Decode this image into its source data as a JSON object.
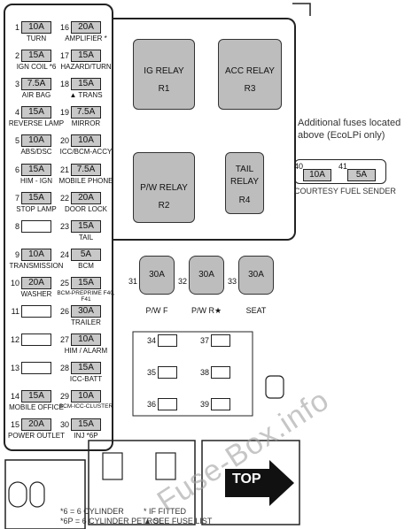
{
  "fuses_left": [
    {
      "num": "1",
      "value": "10A",
      "label": "TURN"
    },
    {
      "num": "2",
      "value": "15A",
      "label": "IGN COIL *6"
    },
    {
      "num": "3",
      "value": "7.5A",
      "label": "AIR BAG"
    },
    {
      "num": "4",
      "value": "15A",
      "label": "REVERSE LAMP"
    },
    {
      "num": "5",
      "value": "10A",
      "label": "ABS/DSC"
    },
    {
      "num": "6",
      "value": "15A",
      "label": "HIM - IGN"
    },
    {
      "num": "7",
      "value": "15A",
      "label": "STOP LAMP"
    },
    {
      "num": "8",
      "value": "",
      "label": ""
    },
    {
      "num": "9",
      "value": "10A",
      "label": "TRANSMISSION"
    },
    {
      "num": "10",
      "value": "20A",
      "label": "WASHER"
    },
    {
      "num": "11",
      "value": "",
      "label": ""
    },
    {
      "num": "12",
      "value": "",
      "label": ""
    },
    {
      "num": "13",
      "value": "",
      "label": ""
    },
    {
      "num": "14",
      "value": "15A",
      "label": "MOBILE OFFICE"
    },
    {
      "num": "15",
      "value": "20A",
      "label": "POWER OUTLET"
    }
  ],
  "fuses_right": [
    {
      "num": "16",
      "value": "20A",
      "label": "AMPLIFIER *"
    },
    {
      "num": "17",
      "value": "15A",
      "label": "HAZARD/TURN"
    },
    {
      "num": "18",
      "value": "15A",
      "label": "▲ TRANS"
    },
    {
      "num": "19",
      "value": "7.5A",
      "label": "MIRROR"
    },
    {
      "num": "20",
      "value": "10A",
      "label": "ICC/BCM-ACCY"
    },
    {
      "num": "21",
      "value": "7.5A",
      "label": "MOBILE PHONE"
    },
    {
      "num": "22",
      "value": "20A",
      "label": "DOOR LOCK"
    },
    {
      "num": "23",
      "value": "15A",
      "label": "TAIL"
    },
    {
      "num": "24",
      "value": "5A",
      "label": "BCM"
    },
    {
      "num": "25",
      "value": "15A",
      "label": "BCM-PREPRIME F40, F41"
    },
    {
      "num": "26",
      "value": "30A",
      "label": "TRAILER"
    },
    {
      "num": "27",
      "value": "10A",
      "label": "HIM / ALARM"
    },
    {
      "num": "28",
      "value": "15A",
      "label": "ICC-BATT"
    },
    {
      "num": "29",
      "value": "10A",
      "label": "BCM-ICC-CLUSTER"
    },
    {
      "num": "30",
      "value": "15A",
      "label": "INJ *6P"
    }
  ],
  "relays": [
    {
      "name": "IG RELAY",
      "id": "R1"
    },
    {
      "name": "ACC RELAY",
      "id": "R3"
    },
    {
      "name": "P/W RELAY",
      "id": "R2"
    },
    {
      "name": "TAIL RELAY",
      "id": "R4"
    }
  ],
  "big_fuses": [
    {
      "num": "31",
      "value": "30A",
      "label": "P/W F"
    },
    {
      "num": "32",
      "value": "30A",
      "label": "P/W R★"
    },
    {
      "num": "33",
      "value": "30A",
      "label": "SEAT"
    }
  ],
  "spare_slots": [
    "34",
    "37",
    "35",
    "38",
    "36",
    "39"
  ],
  "additional": {
    "note_line1": "Additional fuses located",
    "note_line2": "above (EcoLPi only)",
    "fuse40_num": "40",
    "fuse40_value": "10A",
    "fuse41_num": "41",
    "fuse41_value": "5A",
    "label": "COURTESY FUEL SENDER"
  },
  "top_label": "TOP",
  "footnotes": {
    "l1": "*6 = 6 CYLINDER",
    "l2": "*6P = 6 CYLINDER PETROL",
    "r1": "* IF FITTED",
    "r2": "▲ SEE FUSE LIST"
  },
  "watermark": "Fuse-Box.info"
}
